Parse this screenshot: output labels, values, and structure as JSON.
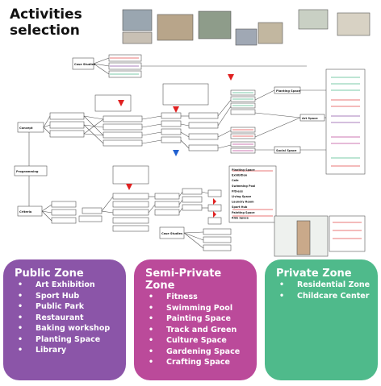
{
  "page_title": "Activities selection",
  "colors": {
    "public": "#8b55a8",
    "semi_private": "#bb4a9a",
    "private": "#4fba8b",
    "arrow": "#e02020",
    "blue_arrow": "#2060d0"
  },
  "diagram": {
    "nodes": {
      "case_studies": "Case Studies",
      "concept": "Concept",
      "programming": "Programming",
      "criteria": "Criteria",
      "planting_space": "Planting Space",
      "art_space": "Art Space",
      "social_space": "Social Space"
    },
    "program_list": [
      "Planting Space",
      "Exhibition",
      "Cafe",
      "Swimming Pool",
      "Fitness",
      "Living Space",
      "Laundry Room",
      "Sport Hub",
      "Painting Space",
      "Kids Space"
    ]
  },
  "zones": {
    "public": {
      "title": "Public Zone",
      "items": [
        "Art Exhibition",
        "Sport Hub",
        "Public Park",
        "Restaurant",
        "Baking workshop",
        "Planting Space",
        "Library"
      ]
    },
    "semi_private": {
      "title": "Semi-Private Zone",
      "items": [
        "Fitness",
        "Swimming Pool",
        "Painting Space",
        "Track and Green",
        "Culture Space",
        "Gardening Space",
        "Crafting Space"
      ]
    },
    "private": {
      "title": "Private Zone",
      "items": [
        "Residential Zone",
        "Childcare Center"
      ]
    }
  }
}
